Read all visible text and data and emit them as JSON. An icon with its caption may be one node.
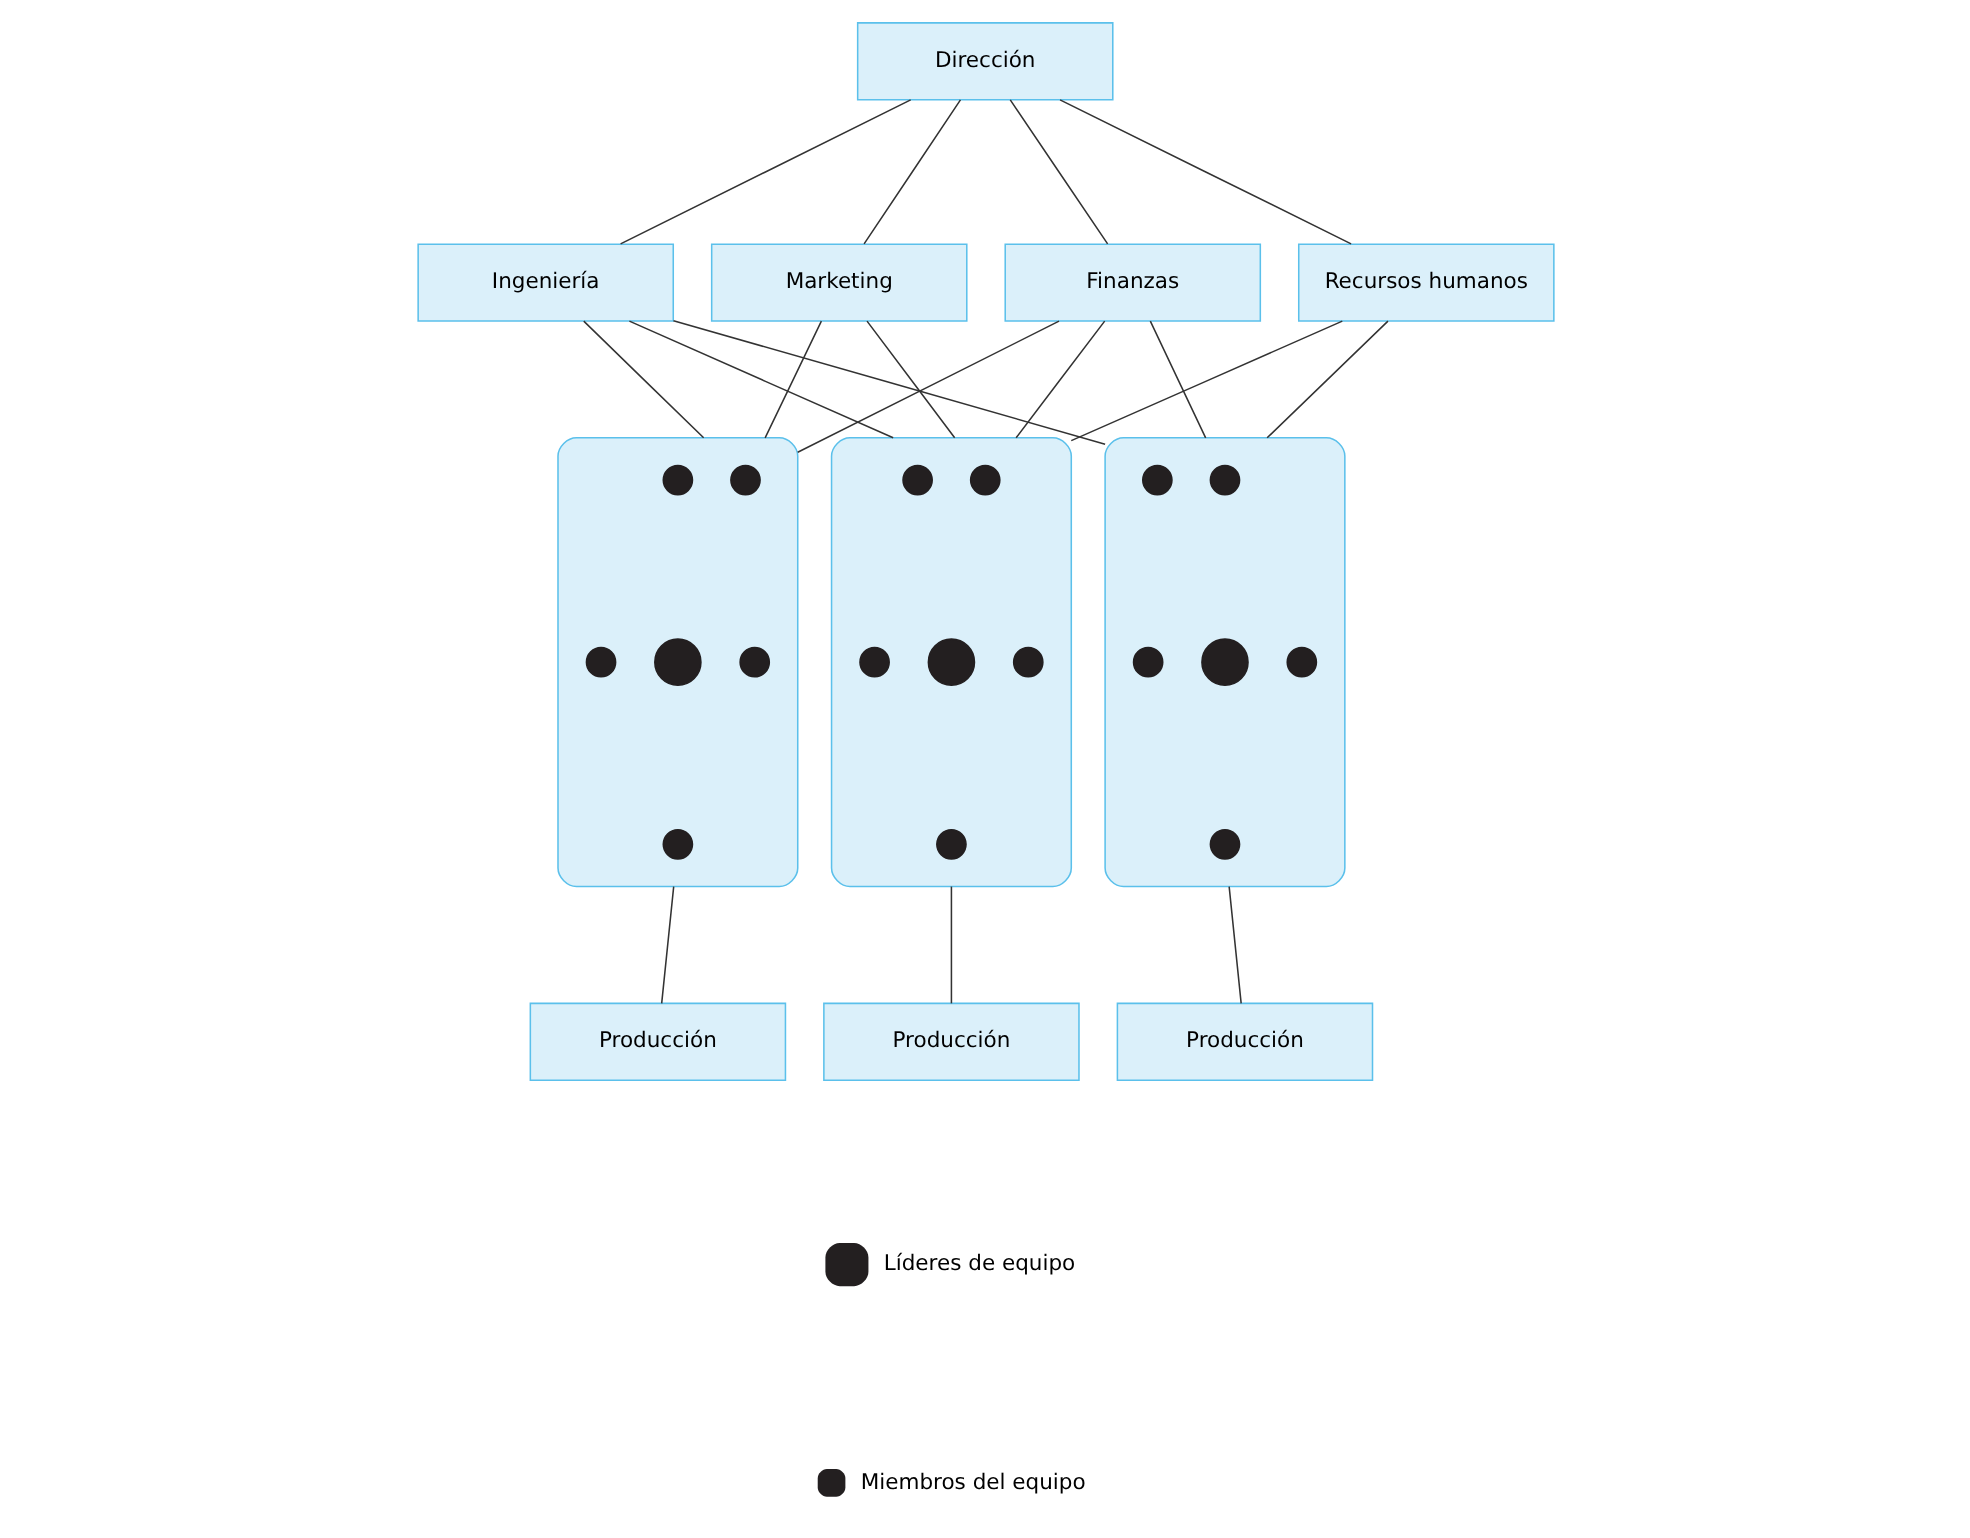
{
  "diagram": {
    "nodes": [
      {
        "text": [
          "Dirección"
        ]
      },
      {
        "text": [
          "Ingeniería"
        ]
      },
      {
        "text": [
          "Marketing"
        ]
      },
      {
        "text": [
          "Finanzas"
        ]
      },
      {
        "text": [
          "Recursos humanos"
        ]
      },
      {
        "text": [],
        "shape": "box"
      },
      {
        "text": [],
        "shape": "circle",
        "in": 5
      },
      {
        "text": [],
        "shape": "circle",
        "in": 5
      },
      {
        "text": [],
        "shape": "circle",
        "in": 5
      },
      {
        "text": [],
        "shape": "circle",
        "in": 5
      },
      {
        "text": [],
        "shape": "circle",
        "in": 5
      },
      {
        "text": [],
        "shape": "circle",
        "in": 5
      },
      {
        "text": [],
        "shape": "box"
      },
      {
        "text": [],
        "shape": "circle",
        "in": 12
      },
      {
        "text": [],
        "shape": "circle",
        "in": 12
      },
      {
        "text": [],
        "shape": "circle",
        "in": 12
      },
      {
        "text": [],
        "shape": "circle",
        "in": 12
      },
      {
        "text": [],
        "shape": "circle",
        "in": 12
      },
      {
        "text": [],
        "shape": "circle",
        "in": 12
      },
      {
        "text": [],
        "shape": "box"
      },
      {
        "text": [],
        "shape": "circle",
        "in": 19
      },
      {
        "text": [],
        "shape": "circle",
        "in": 19
      },
      {
        "text": [],
        "shape": "circle",
        "in": 19
      },
      {
        "text": [],
        "shape": "circle",
        "in": 19
      },
      {
        "text": [],
        "shape": "circle",
        "in": 19
      },
      {
        "text": [],
        "shape": "circle",
        "in": 19
      },
      {
        "text": [
          "Producción"
        ]
      },
      {
        "text": [
          "Producción"
        ]
      },
      {
        "text": [
          "Producción"
        ]
      }
    ],
    "edges": [
      {
        "from": 0,
        "to": 1,
        "arrow": "none"
      },
      {
        "from": 0,
        "to": 2,
        "arrow": "none"
      },
      {
        "from": 0,
        "to": 3,
        "arrow": "none"
      },
      {
        "from": 0,
        "to": 4,
        "arrow": "none"
      },
      {
        "from": 1,
        "to": 5,
        "arrow": "none"
      },
      {
        "from": 1,
        "to": 12,
        "arrow": "none"
      },
      {
        "from": 1,
        "to": 19,
        "arrow": "none"
      },
      {
        "from": 2,
        "to": 5,
        "arrow": "none"
      },
      {
        "from": 2,
        "to": 12,
        "arrow": "none"
      },
      {
        "from": 3,
        "to": 5,
        "arrow": "none"
      },
      {
        "from": 3,
        "to": 12,
        "arrow": "none"
      },
      {
        "from": 3,
        "to": 19,
        "arrow": "none"
      },
      {
        "from": 4,
        "to": 5,
        "arrow": "none"
      },
      {
        "from": 4,
        "to": 19,
        "arrow": "none"
      },
      {
        "from": 5,
        "to": 26,
        "arrow": "none"
      },
      {
        "from": 12,
        "to": 27,
        "arrow": "none"
      },
      {
        "from": 19,
        "to": 28,
        "arrow": "none"
      }
    ],
    "legend": [
      {
        "text": "Líderes de equipo"
      },
      {
        "text": "Miembros del equipo"
      }
    ]
  }
}
